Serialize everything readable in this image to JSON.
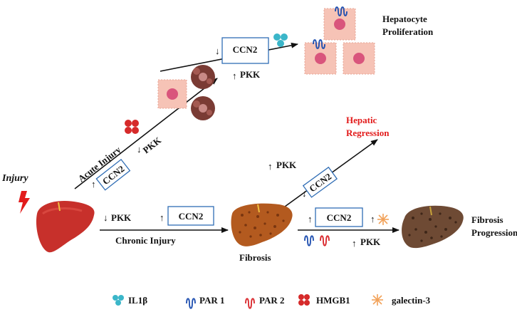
{
  "labels": {
    "injury": "Injury",
    "acute_injury": "Acute Injury",
    "chronic_injury": "Chronic Injury",
    "fibrosis": "Fibrosis",
    "hepatocyte_1": "Hepatocyte",
    "hepatocyte_2": "Proliferation",
    "hepatic_1": "Hepatic",
    "hepatic_2": "Regression",
    "fibprog_1": "Fibrosis",
    "fibprog_2": "Progression"
  },
  "boxes": {
    "ccn2_acute": "CCN2",
    "ccn2_top": "CCN2",
    "ccn2_chronic": "CCN2",
    "ccn2_regression": "CCN2",
    "ccn2_progression": "CCN2"
  },
  "pkk": {
    "acute": "PKK",
    "top": "PKK",
    "chronic": "PKK",
    "regression": "PKK",
    "progression": "PKK"
  },
  "arrows": {
    "acute_box": "↑",
    "acute_pkk": "↓",
    "top_box": "↓",
    "top_pkk": "↑",
    "chronic_pkk": "↓",
    "chronic_box": "↑",
    "regression_pkk": "↑",
    "regression_box": "↓",
    "progression_box": "↑",
    "progression_gal": "↑",
    "progression_pkk": "↑"
  },
  "legend": {
    "il1b": "IL1β",
    "par1": "PAR 1",
    "par2": "PAR 2",
    "hmgb1": "HMGB1",
    "galectin3": "galectin-3"
  },
  "colors": {
    "accent_red": "#e21b1b",
    "box_border": "#2f6db5",
    "par1": "#1f4fb0",
    "par2": "#d9262b",
    "il1b": "#3bb6c9",
    "hmgb1": "#d62a2a",
    "galectin": "#f2a25a",
    "liver_healthy": "#c7302b",
    "liver_fibrosis": "#b35a1f",
    "liver_progression": "#6e4a34",
    "cell": "#f6c3b6",
    "nucleus": "#d9557c"
  }
}
